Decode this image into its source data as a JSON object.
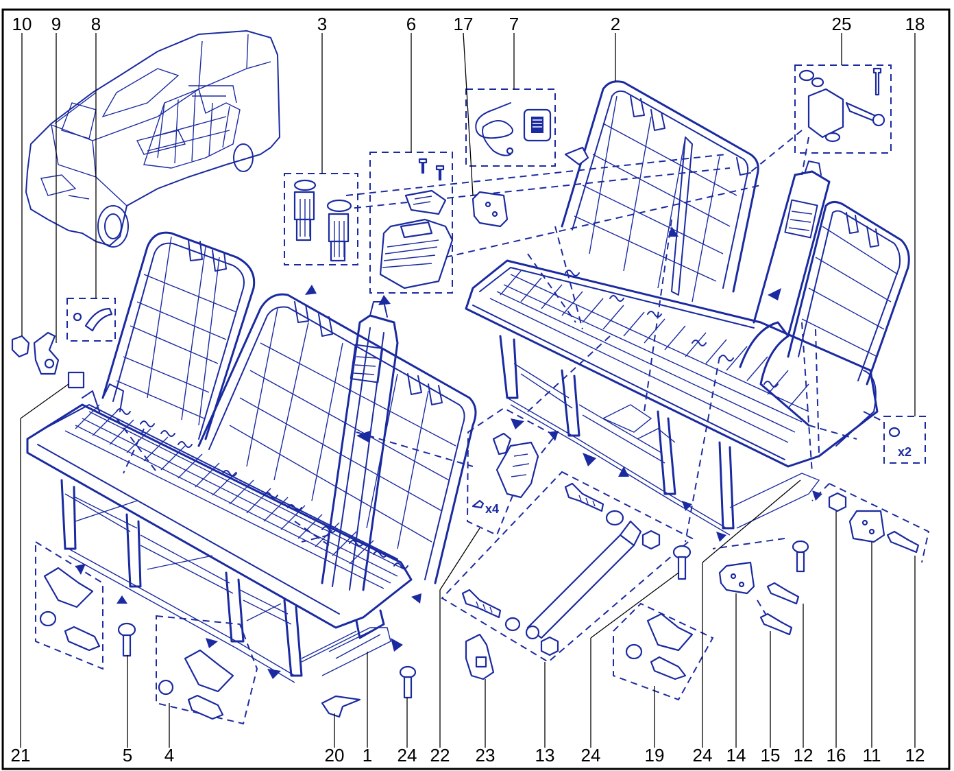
{
  "diagram": {
    "ink_color": "#1a2aa0",
    "frame_color": "#000000",
    "multipliers": {
      "x2": "x2",
      "x4": "x4"
    },
    "labels_top": [
      {
        "id": "10",
        "text": "10"
      },
      {
        "id": "9",
        "text": "9"
      },
      {
        "id": "8",
        "text": "8"
      },
      {
        "id": "3",
        "text": "3"
      },
      {
        "id": "6",
        "text": "6"
      },
      {
        "id": "17",
        "text": "17"
      },
      {
        "id": "7",
        "text": "7"
      },
      {
        "id": "2",
        "text": "2"
      },
      {
        "id": "25",
        "text": "25"
      },
      {
        "id": "18",
        "text": "18"
      }
    ],
    "labels_bottom": [
      {
        "id": "21",
        "text": "21"
      },
      {
        "id": "5",
        "text": "5"
      },
      {
        "id": "4",
        "text": "4"
      },
      {
        "id": "20",
        "text": "20"
      },
      {
        "id": "1",
        "text": "1"
      },
      {
        "id": "24a",
        "text": "24"
      },
      {
        "id": "22",
        "text": "22"
      },
      {
        "id": "23",
        "text": "23"
      },
      {
        "id": "13",
        "text": "13"
      },
      {
        "id": "24b",
        "text": "24"
      },
      {
        "id": "19",
        "text": "19"
      },
      {
        "id": "24c",
        "text": "24"
      },
      {
        "id": "14",
        "text": "14"
      },
      {
        "id": "15",
        "text": "15"
      },
      {
        "id": "12a",
        "text": "12"
      },
      {
        "id": "16",
        "text": "16"
      },
      {
        "id": "11",
        "text": "11"
      },
      {
        "id": "12b",
        "text": "12"
      }
    ]
  }
}
